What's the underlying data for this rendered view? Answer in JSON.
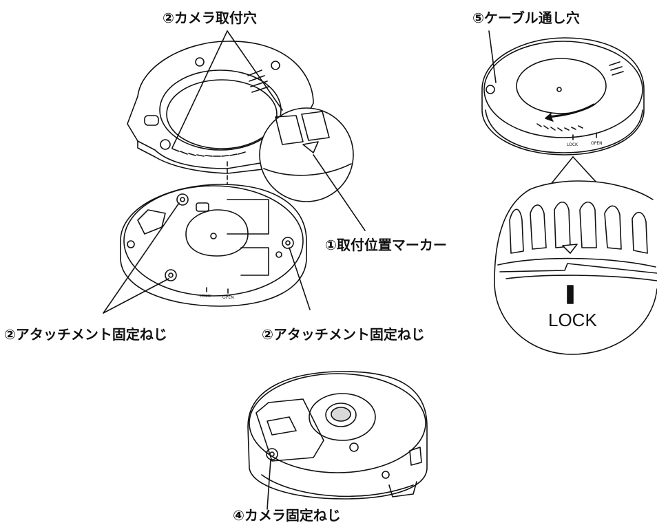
{
  "labels": {
    "camera_mount_holes": "②カメラ取付穴",
    "cable_hole": "⑤ケーブル通し穴",
    "position_marker": "①取付位置マーカー",
    "attachment_screw_left": "②アタッチメント固定ねじ",
    "attachment_screw_right": "②アタッチメント固定ねじ",
    "camera_fix_screw": "④カメラ固定ねじ"
  },
  "markings": {
    "lock": "LOCK",
    "open": "OPEN",
    "zoom_lock": "LOCK"
  },
  "colors": {
    "line": "#111111",
    "fill": "#ffffff",
    "shade": "#d9d9d9"
  }
}
